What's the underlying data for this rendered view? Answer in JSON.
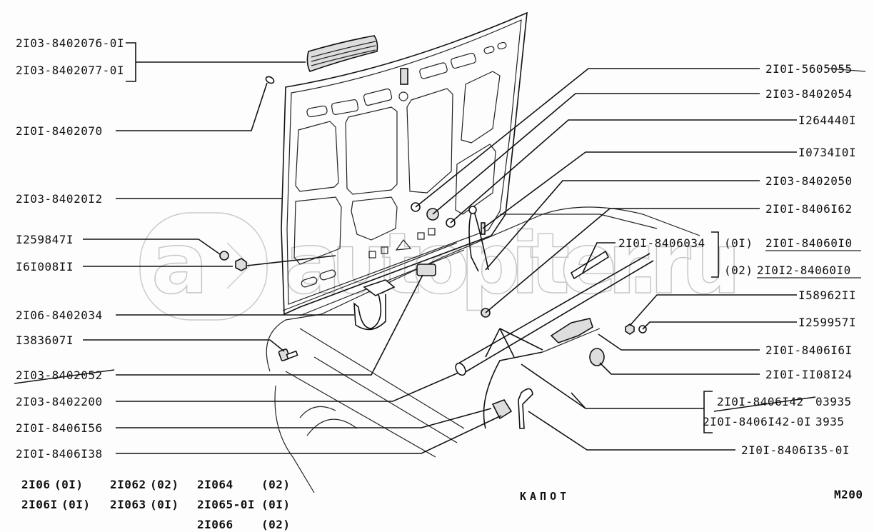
{
  "drawing": {
    "title": "КАПОТ",
    "page_code": "M200",
    "watermark": "autopiter.ru"
  },
  "labels_left": [
    {
      "id": "l1",
      "text": "2I03-8402076-0I"
    },
    {
      "id": "l2",
      "text": "2I03-8402077-0I"
    },
    {
      "id": "l3",
      "text": "2I0I-8402070"
    },
    {
      "id": "l4",
      "text": "2I03-84020I2"
    },
    {
      "id": "l5",
      "text": "I259847I"
    },
    {
      "id": "l6",
      "text": "I6I008II"
    },
    {
      "id": "l7",
      "text": "2I06-8402034"
    },
    {
      "id": "l8",
      "text": "I383607I"
    },
    {
      "id": "l9",
      "text": "2I03-8402052",
      "struck": true
    },
    {
      "id": "l10",
      "text": "2I03-8402200"
    },
    {
      "id": "l11",
      "text": "2I0I-8406I56"
    },
    {
      "id": "l12",
      "text": "2I0I-8406I38"
    }
  ],
  "labels_right": [
    {
      "id": "r1",
      "text": "2I0I-5605055"
    },
    {
      "id": "r2",
      "text": "2I03-8402054"
    },
    {
      "id": "r3",
      "text": "I264440I"
    },
    {
      "id": "r4",
      "text": "I0734I0I"
    },
    {
      "id": "r5",
      "text": "2I03-8402050"
    },
    {
      "id": "r6",
      "text": "2I0I-8406I62"
    },
    {
      "id": "r7",
      "text": "2I0I-8406034"
    },
    {
      "id": "r7a_variant",
      "text": "(0I)"
    },
    {
      "id": "r7a_part",
      "text": "2I0I-84060I0"
    },
    {
      "id": "r7b_variant",
      "text": "(02)"
    },
    {
      "id": "r7b_part",
      "text": "2I0I2-84060I0"
    },
    {
      "id": "r8",
      "text": "I58962II"
    },
    {
      "id": "r9",
      "text": "I259957I"
    },
    {
      "id": "r10",
      "text": "2I0I-8406I6I"
    },
    {
      "id": "r11",
      "text": "2I0I-II08I24"
    },
    {
      "id": "r12a",
      "text": "2I0I-8406I42",
      "suffix": "03935",
      "struck": true
    },
    {
      "id": "r12b",
      "text": "2I0I-8406I42-0I",
      "suffix": "3935"
    },
    {
      "id": "r13",
      "text": "2I0I-8406I35-0I"
    }
  ],
  "models": [
    {
      "model": "2I06",
      "variant": "(0I)"
    },
    {
      "model": "2I062",
      "variant": "(02)"
    },
    {
      "model": "2I064",
      "variant": "(02)"
    },
    {
      "model": "2I06I",
      "variant": "(0I)"
    },
    {
      "model": "2I063",
      "variant": "(0I)"
    },
    {
      "model": "2I065-0I",
      "variant": "(0I)"
    },
    {
      "model": "2I066",
      "variant": "(02)"
    }
  ]
}
